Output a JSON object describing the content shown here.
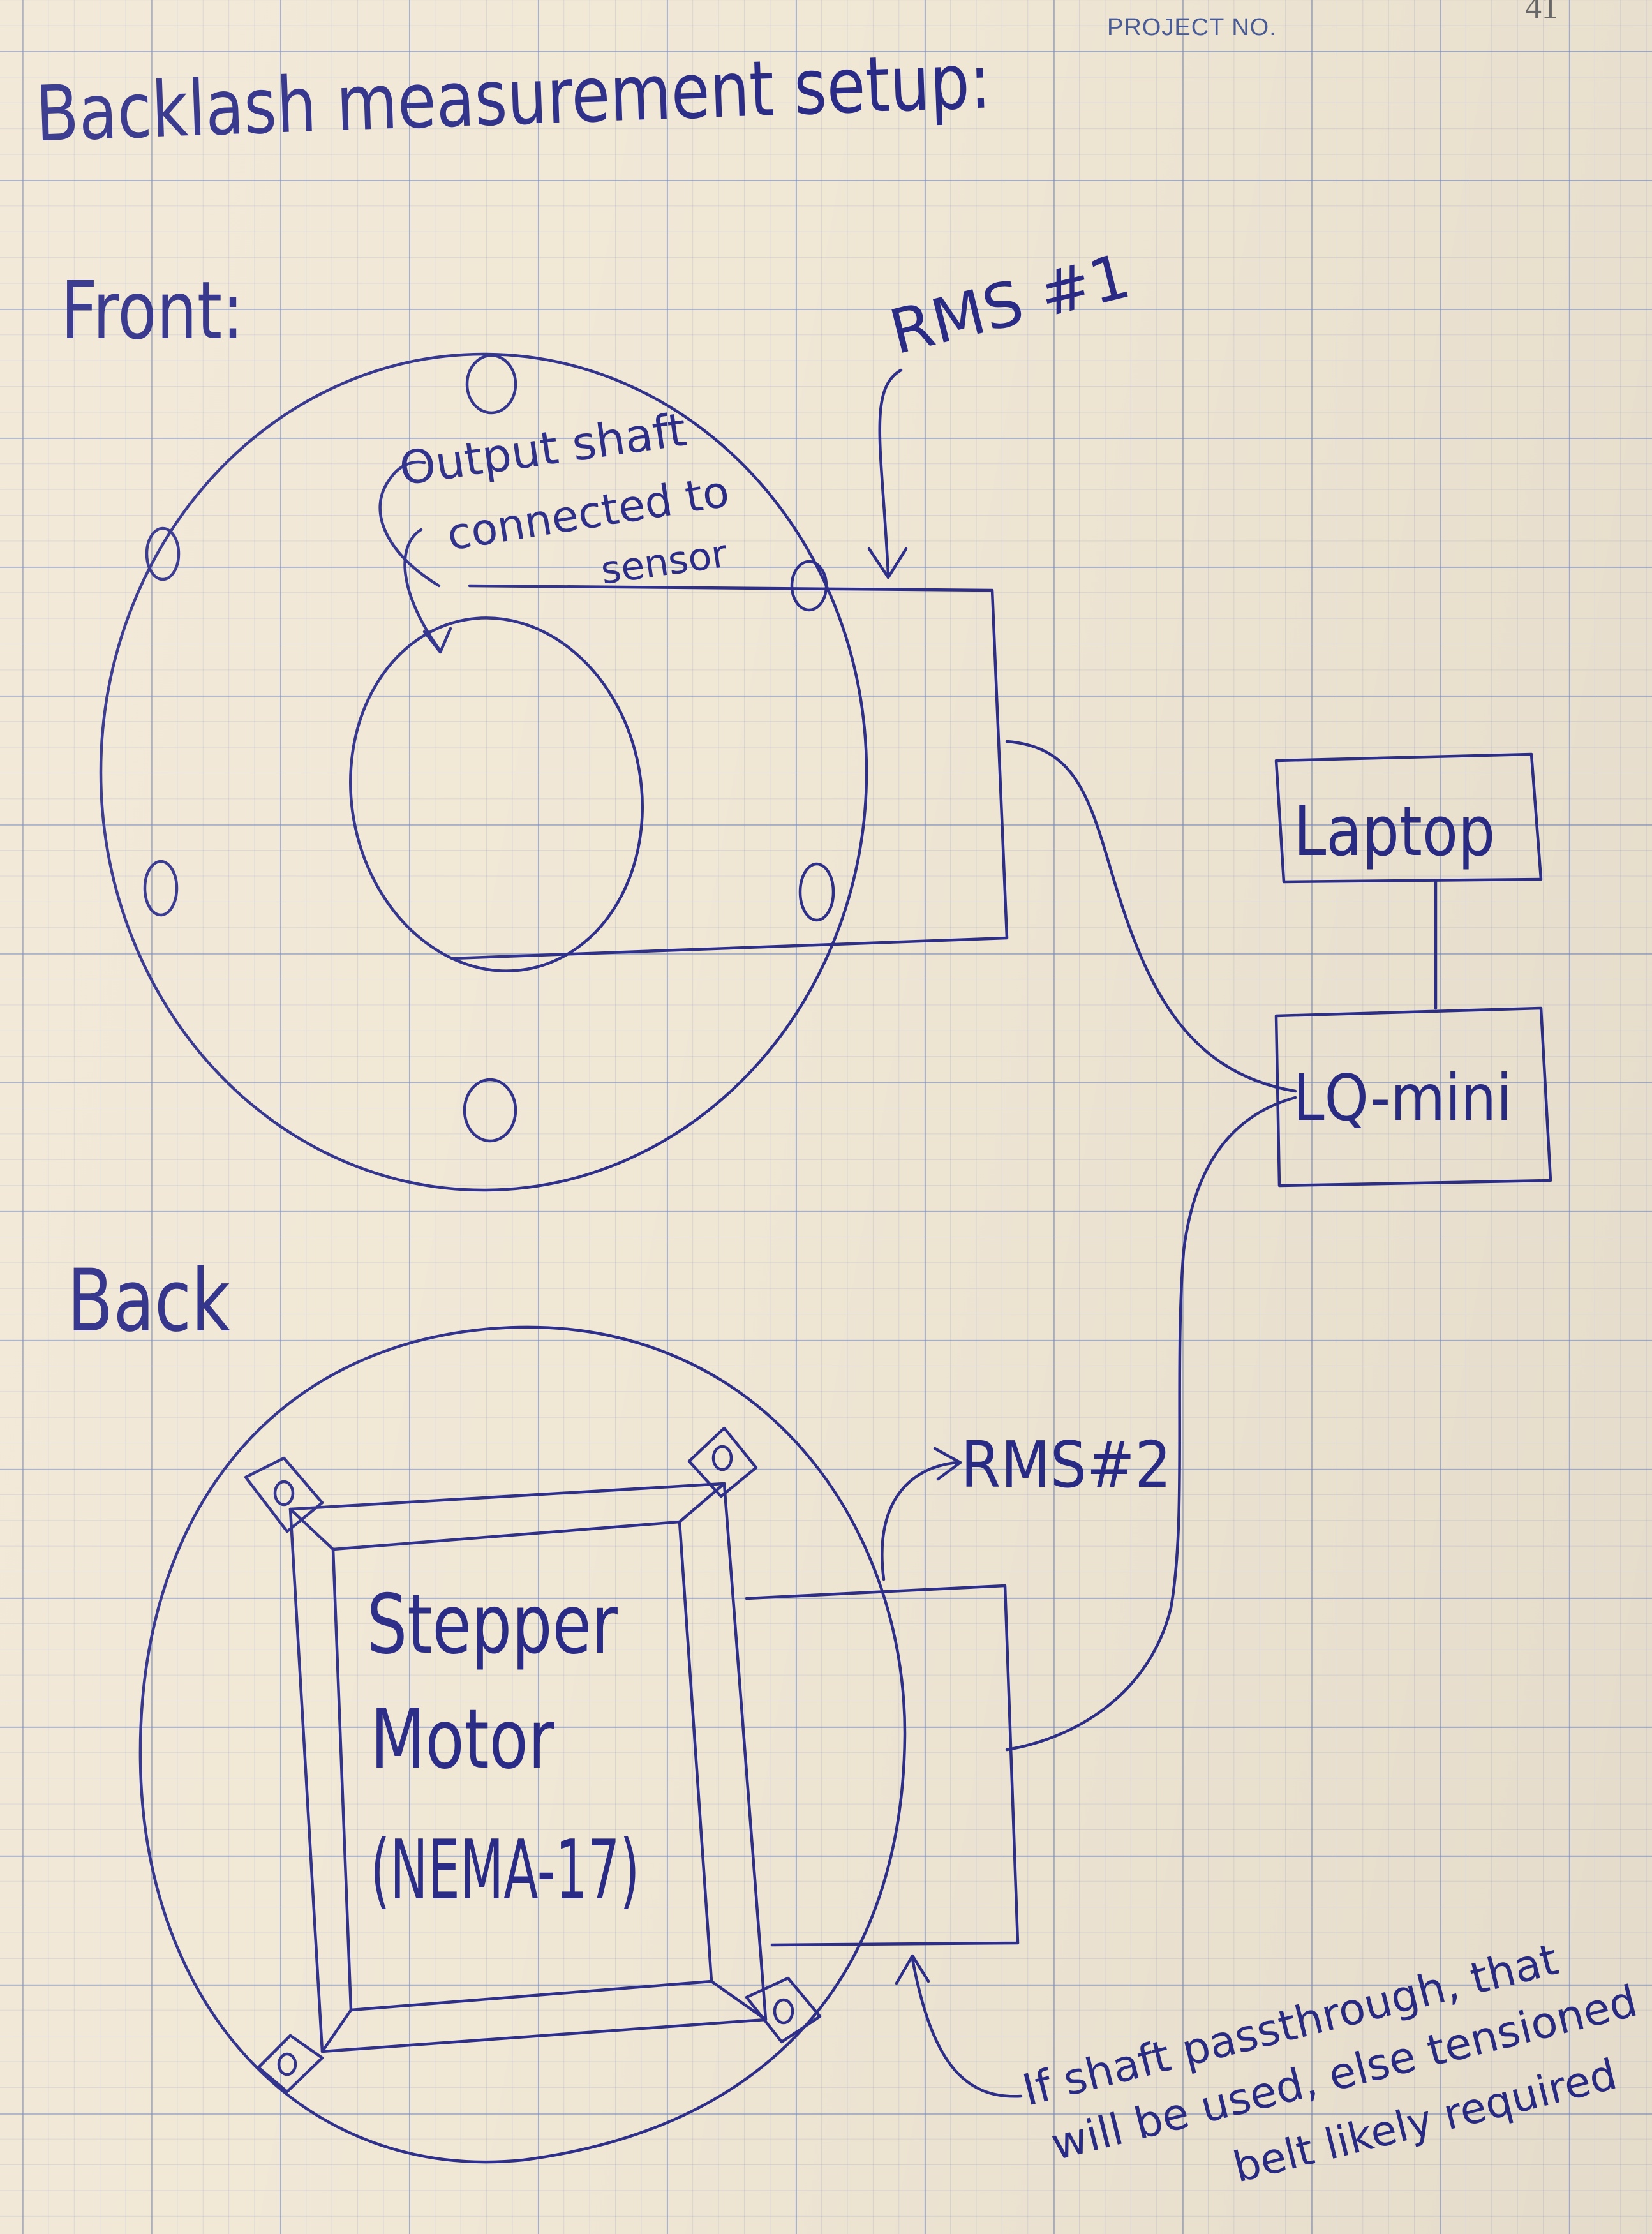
{
  "header": {
    "project_label": "PROJECT NO.",
    "page_number": "41"
  },
  "diagram": {
    "title": "Backlash measurement setup:",
    "front_label": "Front:",
    "back_label": "Back",
    "front_annotation_lines": [
      "Output shaft",
      "connected to",
      "sensor"
    ],
    "sensor_1_label": "RMS #1",
    "sensor_2_label": "RMS#2",
    "computer_label": "Laptop",
    "interface_label": "LQ-mini",
    "motor_label_lines": [
      "Stepper",
      "Motor",
      "(NEMA-17)"
    ],
    "note_lines": [
      "If shaft passthrough, that",
      "will be used, else tensioned",
      "belt likely required"
    ]
  },
  "colors": {
    "ink": "#2e2f8a",
    "paper": "#f1e7d5",
    "grid": "#7a8cbe"
  }
}
